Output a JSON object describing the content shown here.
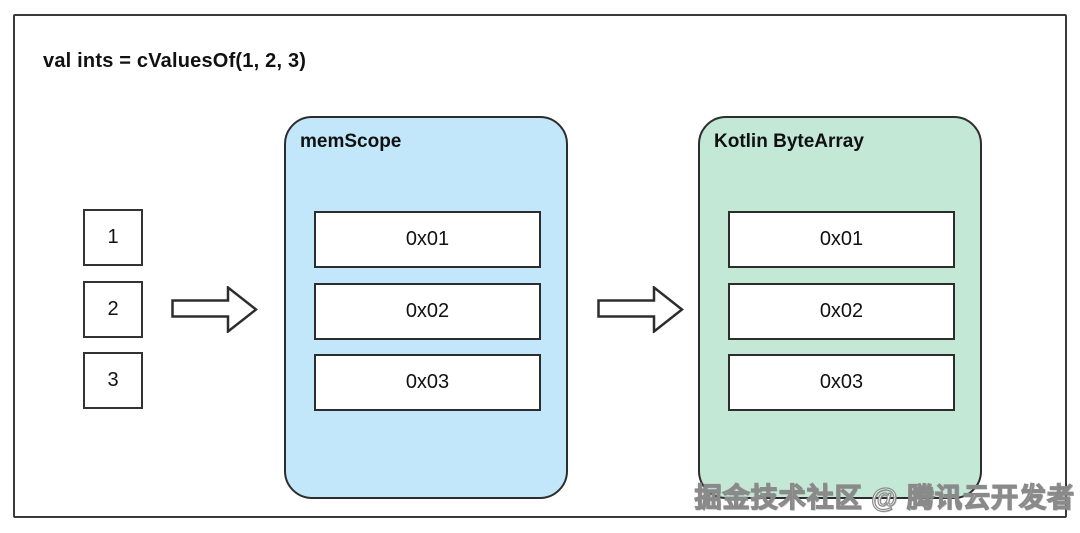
{
  "title": "val ints = cValuesOf(1, 2, 3)",
  "source_values": [
    "1",
    "2",
    "3"
  ],
  "mem_scope": {
    "label": "memScope",
    "cells": [
      "0x01",
      "0x02",
      "0x03"
    ]
  },
  "byte_array": {
    "label": "Kotlin ByteArray",
    "cells": [
      "0x01",
      "0x02",
      "0x03"
    ]
  },
  "watermark": "掘金技术社区 @ 腾讯云开发者",
  "colors": {
    "frame_border": "#3a3a3a",
    "box_border": "#2d2d2d",
    "memscope_fill": "#c2e7fb",
    "bytearray_fill": "#c3e8d5",
    "text": "#111111"
  },
  "icons": {
    "arrow_1": "right-block-arrow-icon",
    "arrow_2": "right-block-arrow-icon"
  }
}
